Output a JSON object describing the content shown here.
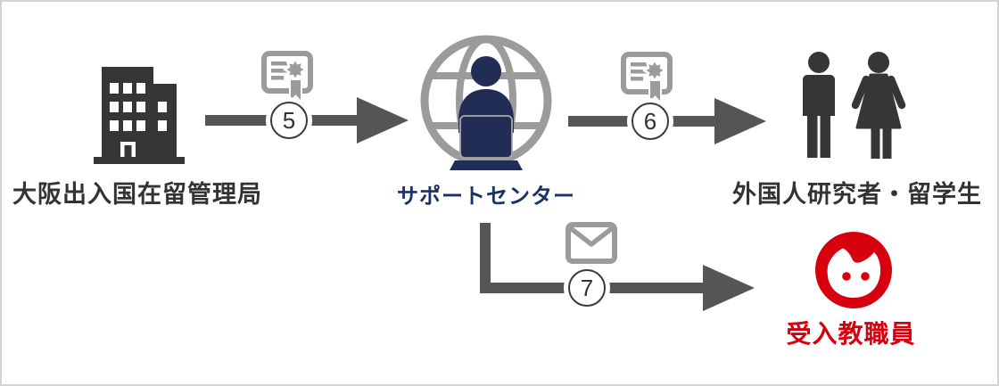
{
  "diagram": {
    "title": "certificate-delivery-flow",
    "nodes": {
      "immigration_bureau": {
        "label": "大阪出入国在留管理局",
        "icon": "building-icon",
        "color": "#333333"
      },
      "support_center": {
        "label": "サポートセンター",
        "icon": "globe-operator-icon",
        "color": "#1b3264"
      },
      "foreign_researchers": {
        "label": "外国人研究者・留学生",
        "icon": "man-woman-icon",
        "color": "#333333"
      },
      "receiving_staff": {
        "label": "受入教職員",
        "icon": "face-icon",
        "color": "#d7000f"
      }
    },
    "flows": [
      {
        "step": "5",
        "icon": "certificate-icon",
        "from": "大阪出入国在留管理局",
        "to": "サポートセンター"
      },
      {
        "step": "6",
        "icon": "certificate-icon",
        "from": "サポートセンター",
        "to": "外国人研究者・留学生"
      },
      {
        "step": "7",
        "icon": "envelope-icon",
        "from": "サポートセンター",
        "to": "受入教職員"
      }
    ],
    "colors": {
      "arrow": "#555555",
      "icon_dark": "#363636",
      "icon_gray": "#9b9b9b",
      "icon_navy": "#222d55",
      "accent_red": "#d7000f",
      "border": "#d2d2d2",
      "background": "#ffffff"
    }
  }
}
